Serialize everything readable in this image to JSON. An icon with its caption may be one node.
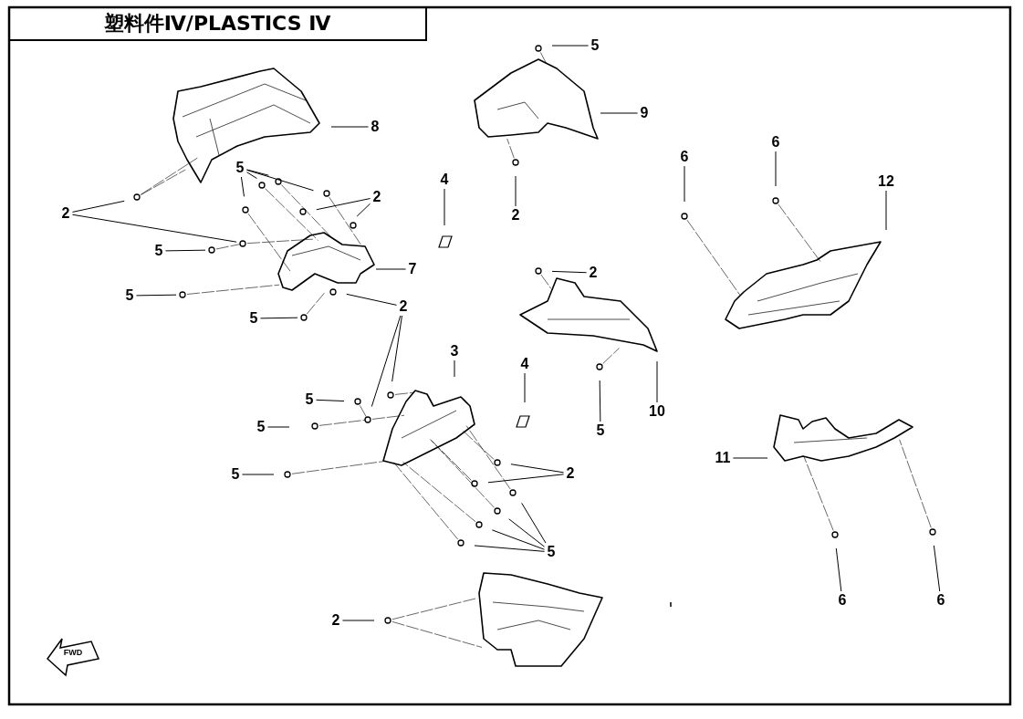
{
  "diagram": {
    "title": "塑料件Ⅳ/PLASTICS Ⅳ",
    "nodes": [
      {
        "text": [
          "5"
        ]
      },
      {
        "text": [
          "8"
        ]
      },
      {
        "text": [
          "2"
        ]
      },
      {
        "text": [
          "5"
        ]
      },
      {
        "text": [
          "2"
        ]
      },
      {
        "text": [
          "5"
        ]
      },
      {
        "text": [
          "7"
        ]
      },
      {
        "text": [
          "5"
        ]
      },
      {
        "text": [
          "5"
        ]
      },
      {
        "text": [
          "2"
        ]
      },
      {
        "text": [
          "9"
        ]
      },
      {
        "text": [
          "2"
        ]
      },
      {
        "text": [
          "4"
        ]
      },
      {
        "text": [
          "6"
        ]
      },
      {
        "text": [
          "6"
        ]
      },
      {
        "text": [
          "12"
        ]
      },
      {
        "text": [
          "2"
        ]
      },
      {
        "text": [
          "3"
        ]
      },
      {
        "text": [
          "4"
        ]
      },
      {
        "text": [
          "5"
        ]
      },
      {
        "text": [
          "10"
        ]
      },
      {
        "text": [
          "5"
        ]
      },
      {
        "text": [
          "5"
        ]
      },
      {
        "text": [
          "5"
        ]
      },
      {
        "text": [
          "2"
        ]
      },
      {
        "text": [
          "5"
        ]
      },
      {
        "text": [
          "11"
        ]
      },
      {
        "text": [
          "6"
        ]
      },
      {
        "text": [
          "6"
        ]
      },
      {
        "text": [
          "2"
        ]
      }
    ],
    "edges": [
      {
        "from": 0,
        "to": null,
        "arrow": "none"
      },
      {
        "from": 1,
        "to": null,
        "arrow": "none"
      },
      {
        "from": 2,
        "to": null,
        "arrow": "none"
      },
      {
        "from": 2,
        "to": null,
        "arrow": "none"
      },
      {
        "from": 3,
        "to": null,
        "arrow": "none"
      },
      {
        "from": 3,
        "to": null,
        "arrow": "none"
      },
      {
        "from": 3,
        "to": null,
        "arrow": "none"
      },
      {
        "from": 3,
        "to": null,
        "arrow": "none"
      },
      {
        "from": 4,
        "to": null,
        "arrow": "none"
      },
      {
        "from": 4,
        "to": null,
        "arrow": "none"
      },
      {
        "from": 5,
        "to": null,
        "arrow": "none"
      },
      {
        "from": 6,
        "to": null,
        "arrow": "none"
      },
      {
        "from": 7,
        "to": null,
        "arrow": "none"
      },
      {
        "from": 8,
        "to": null,
        "arrow": "none"
      },
      {
        "from": 9,
        "to": null,
        "arrow": "none"
      },
      {
        "from": 9,
        "to": null,
        "arrow": "none"
      },
      {
        "from": 9,
        "to": null,
        "arrow": "none"
      },
      {
        "from": 10,
        "to": null,
        "arrow": "none"
      },
      {
        "from": 11,
        "to": null,
        "arrow": "none"
      },
      {
        "from": 12,
        "to": null,
        "arrow": "none"
      },
      {
        "from": 13,
        "to": null,
        "arrow": "none"
      },
      {
        "from": 14,
        "to": null,
        "arrow": "none"
      },
      {
        "from": 15,
        "to": null,
        "arrow": "none"
      },
      {
        "from": 16,
        "to": null,
        "arrow": "none"
      },
      {
        "from": 17,
        "to": null,
        "arrow": "none"
      },
      {
        "from": 18,
        "to": null,
        "arrow": "none"
      },
      {
        "from": 19,
        "to": null,
        "arrow": "none"
      },
      {
        "from": 20,
        "to": null,
        "arrow": "none"
      },
      {
        "from": 21,
        "to": null,
        "arrow": "none"
      },
      {
        "from": 22,
        "to": null,
        "arrow": "none"
      },
      {
        "from": 23,
        "to": null,
        "arrow": "none"
      },
      {
        "from": 24,
        "to": null,
        "arrow": "none"
      },
      {
        "from": 24,
        "to": null,
        "arrow": "none"
      },
      {
        "from": 25,
        "to": null,
        "arrow": "none"
      },
      {
        "from": 25,
        "to": null,
        "arrow": "none"
      },
      {
        "from": 25,
        "to": null,
        "arrow": "none"
      },
      {
        "from": 25,
        "to": null,
        "arrow": "none"
      },
      {
        "from": 26,
        "to": null,
        "arrow": "none"
      },
      {
        "from": 27,
        "to": null,
        "arrow": "none"
      },
      {
        "from": 28,
        "to": null,
        "arrow": "none"
      },
      {
        "from": 29,
        "to": null,
        "arrow": "none"
      }
    ],
    "labels": [
      "FWD"
    ]
  }
}
